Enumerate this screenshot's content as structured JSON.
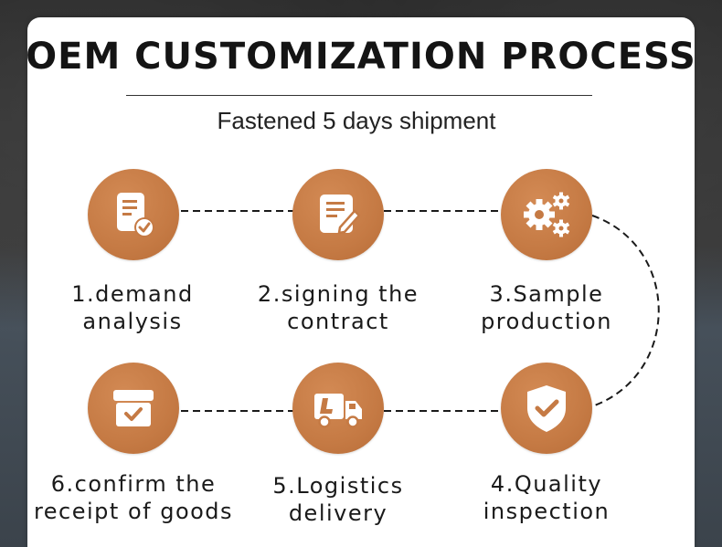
{
  "title": "OEM CUSTOMIZATION PROCESS",
  "subtitle": "Fastened 5 days shipment",
  "colors": {
    "accent": "#c57a44",
    "text": "#1a1a1a",
    "background_card": "#ffffff"
  },
  "steps": [
    {
      "line1": "1.demand",
      "line2": "analysis",
      "icon": "document-check-icon"
    },
    {
      "line1": "2.signing the",
      "line2": "contract",
      "icon": "document-pen-icon"
    },
    {
      "line1": "3.Sample",
      "line2": "production",
      "icon": "gears-icon"
    },
    {
      "line1": "4.Quality",
      "line2": "inspection",
      "icon": "shield-check-icon"
    },
    {
      "line1": "5.Logistics",
      "line2": "delivery",
      "icon": "truck-icon"
    },
    {
      "line1": "6.confirm the",
      "line2": "receipt of goods",
      "icon": "box-check-icon"
    }
  ]
}
